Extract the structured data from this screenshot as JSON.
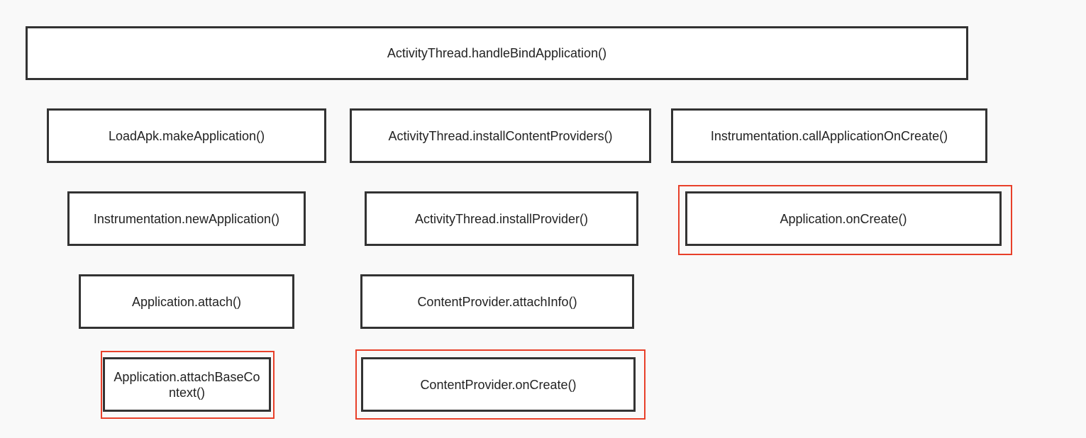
{
  "diagram": {
    "nodes": [
      {
        "id": "root",
        "label": "ActivityThread.handleBindApplication()",
        "highlighted": false
      },
      {
        "id": "make-app",
        "label": "LoadApk.makeApplication()",
        "highlighted": false
      },
      {
        "id": "install-content-providers",
        "label": "ActivityThread.installContentProviders()",
        "highlighted": false
      },
      {
        "id": "call-application-oncreate",
        "label": "Instrumentation.callApplicationOnCreate()",
        "highlighted": false
      },
      {
        "id": "new-application",
        "label": "Instrumentation.newApplication()",
        "highlighted": false
      },
      {
        "id": "install-provider",
        "label": "ActivityThread.installProvider()",
        "highlighted": false
      },
      {
        "id": "application-oncreate",
        "label": "Application.onCreate()",
        "highlighted": true
      },
      {
        "id": "application-attach",
        "label": "Application.attach()",
        "highlighted": false
      },
      {
        "id": "content-provider-attach-info",
        "label": "ContentProvider.attachInfo()",
        "highlighted": false
      },
      {
        "id": "application-attach-base-context",
        "label": "Application.attachBaseContext()",
        "highlighted": true
      },
      {
        "id": "content-provider-oncreate",
        "label": "ContentProvider.onCreate()",
        "highlighted": true
      }
    ],
    "colors": {
      "background": "#f9f9f9",
      "box_fill": "#ffffff",
      "box_border": "#333333",
      "highlight_border": "#e8402a",
      "text": "#222222"
    }
  }
}
